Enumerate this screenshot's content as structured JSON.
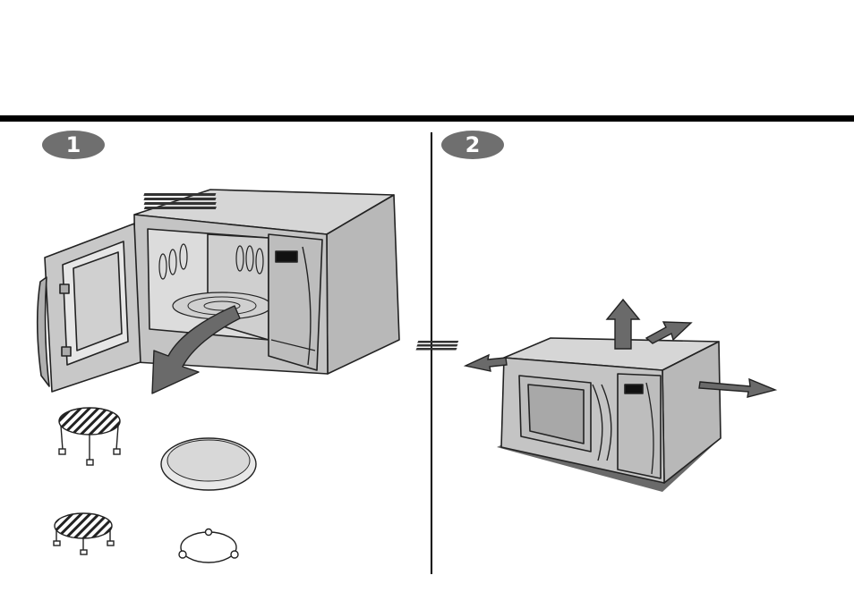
{
  "steps": [
    {
      "number": "1"
    },
    {
      "number": "2"
    }
  ],
  "colors": {
    "rule": "#000000",
    "badge": "#6f6f6f",
    "appliance": "#bdbdbd",
    "appliance_dark": "#8e8e8e",
    "appliance_light": "#d6d6d6",
    "arrow": "#6a6a6a",
    "shadow": "#6a6a6a"
  },
  "icons": [
    "microwave-open-door",
    "rack-high",
    "rack-low",
    "turntable-glass-tray",
    "roller-ring",
    "microwave-clearance",
    "clearance-arrow"
  ]
}
